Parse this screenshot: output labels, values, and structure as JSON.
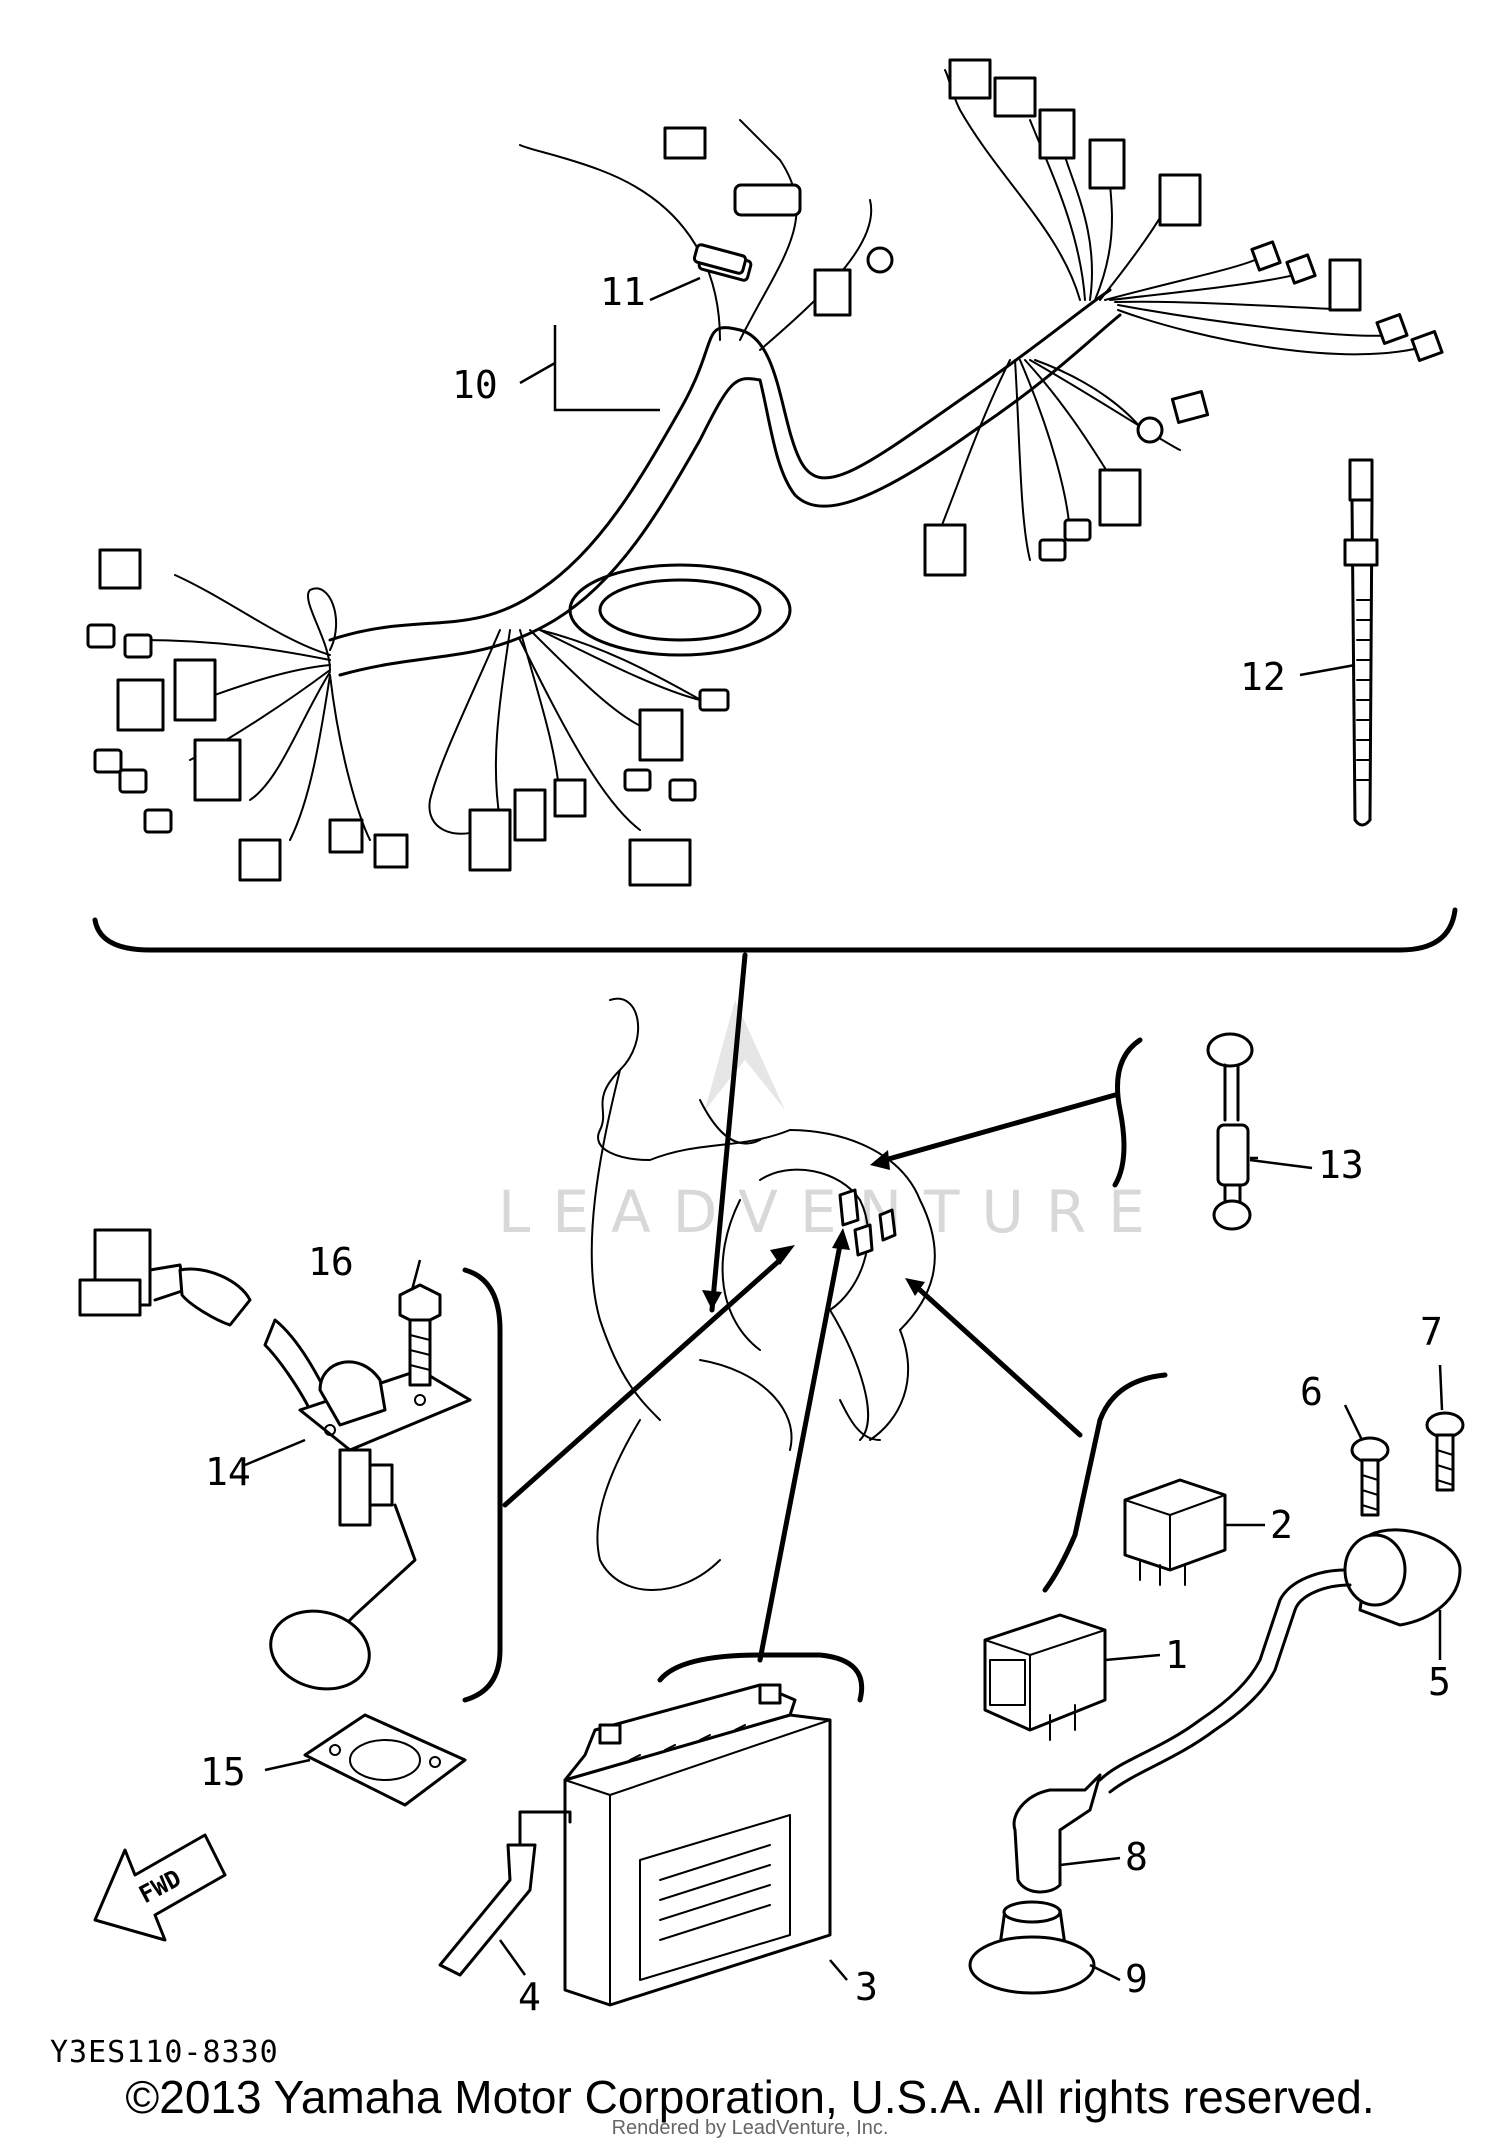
{
  "watermark": "LEADVENTURE",
  "diagram_code": "Y3ES110-8330",
  "copyright": "©2013 Yamaha Motor Corporation, U.S.A. All rights reserved.",
  "rendered_by": "Rendered by LeadVenture, Inc.",
  "fwd_label": "FWD",
  "callouts": [
    {
      "id": "1",
      "text": "1"
    },
    {
      "id": "2",
      "text": "2"
    },
    {
      "id": "3",
      "text": "3"
    },
    {
      "id": "4",
      "text": "4"
    },
    {
      "id": "5",
      "text": "5"
    },
    {
      "id": "6",
      "text": "6"
    },
    {
      "id": "7",
      "text": "7"
    },
    {
      "id": "8",
      "text": "8"
    },
    {
      "id": "9",
      "text": "9"
    },
    {
      "id": "10",
      "text": "10"
    },
    {
      "id": "11",
      "text": "11"
    },
    {
      "id": "12",
      "text": "12"
    },
    {
      "id": "13",
      "text": "13"
    },
    {
      "id": "14",
      "text": "14"
    },
    {
      "id": "15",
      "text": "15"
    },
    {
      "id": "16",
      "text": "16"
    }
  ]
}
